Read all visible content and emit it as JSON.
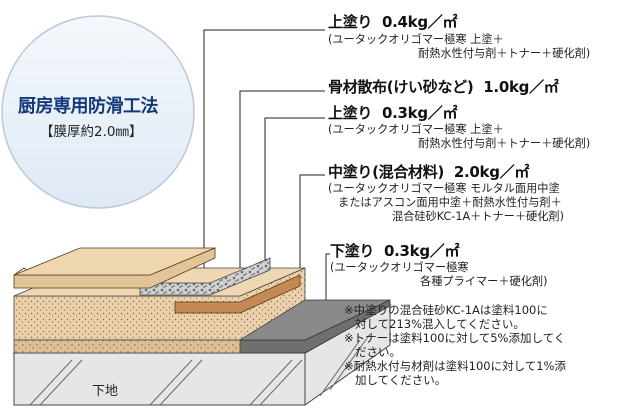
{
  "badge": {
    "title": "厨房専用防滑工法",
    "subtitle": "【膜厚約2.0㎜】"
  },
  "layers": [
    {
      "name": "top-coat-1",
      "title": "上塗り",
      "amount": "0.4kg／㎡",
      "desc": [
        "(ユータックオリゴマー極寒 上塗＋",
        "耐熱水性付与剤＋トナー＋硬化剤)"
      ]
    },
    {
      "name": "aggregate",
      "title": "骨材散布(けい砂など)",
      "amount": "1.0kg／㎡",
      "desc": []
    },
    {
      "name": "top-coat-2",
      "title": "上塗り",
      "amount": "0.3kg／㎡",
      "desc": [
        "(ユータックオリゴマー極寒 上塗＋",
        "耐熱水性付与剤＋トナー＋硬化剤)"
      ]
    },
    {
      "name": "mid-coat",
      "title": "中塗り(混合材料)",
      "amount": "2.0kg／㎡",
      "desc": [
        "(ユータックオリゴマー極寒 モルタル面用中塗",
        "またはアスコン面用中塗＋耐熱水性付与剤＋",
        "混合硅砂KC-1A＋トナー＋硬化剤)"
      ]
    },
    {
      "name": "primer",
      "title": "下塗り",
      "amount": "0.3kg／㎡",
      "desc": [
        "(ユータックオリゴマー極寒",
        "各種プライマー＋硬化剤)"
      ]
    }
  ],
  "notes": [
    "※中塗りの混合硅砂KC-1Aは塗料100に",
    "対して213%混入してください。",
    "※トナーは塗料100に対して5%添加してく",
    "ださい。",
    "※耐熱水付与材剤は塗料100に対して1%添",
    "加してください。"
  ],
  "base_label": "下地",
  "colors": {
    "badge_fill": "#e9f0f9",
    "badge_title": "#123a7a",
    "top_layer": "#d9b98a",
    "aggregate": "#c9c9c9",
    "mid_layer": "#e8c9a0",
    "primer": "#6f6f6f",
    "base": "#e2e2e2"
  }
}
